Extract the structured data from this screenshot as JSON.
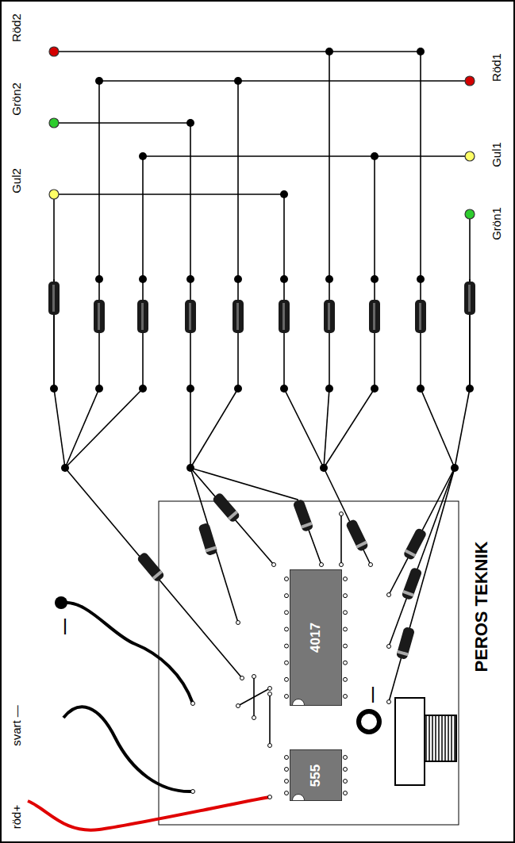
{
  "diagram": {
    "nodes": [
      {
        "text": [
          "4017"
        ]
      },
      {
        "text": [
          "555"
        ]
      }
    ],
    "labels": [
      "Röd2",
      "Grön2",
      "Gul2",
      "Röd1",
      "Gul1",
      "Grön1",
      "röd+",
      "svart —",
      "—",
      "—",
      "PEROS TEKNIK"
    ]
  }
}
